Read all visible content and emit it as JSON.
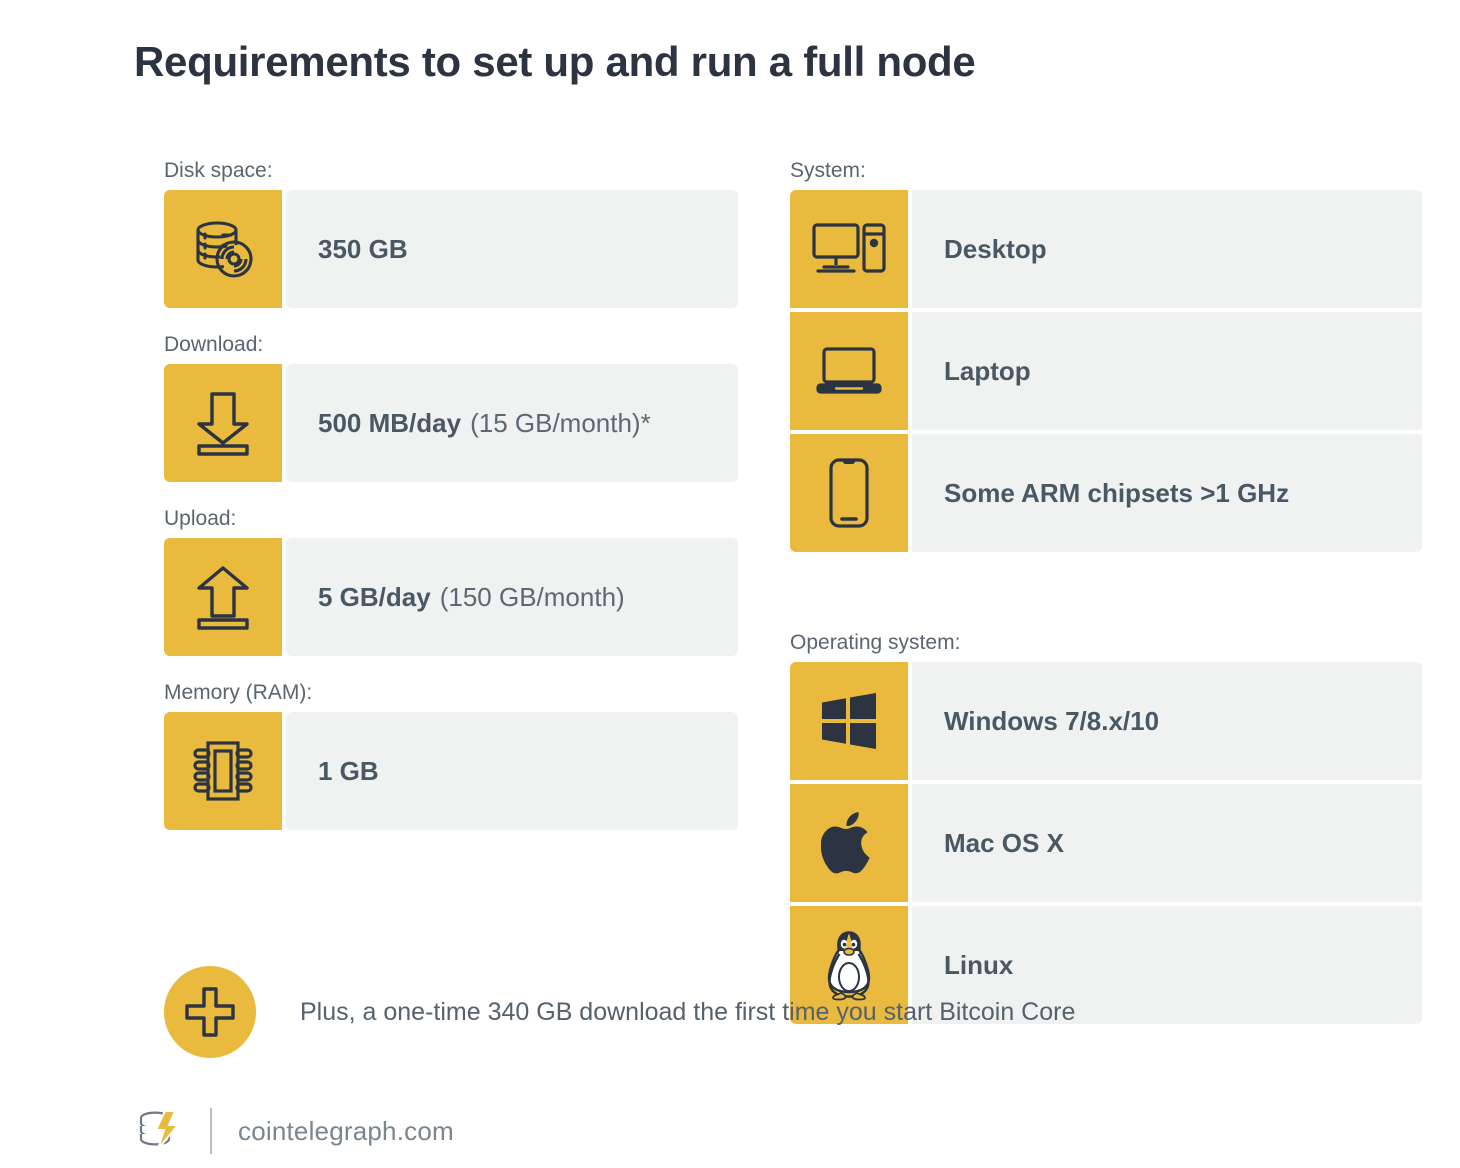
{
  "header": {
    "title": "Requirements to set up and run a full node"
  },
  "left_column": [
    {
      "label": "Disk space:",
      "icon": "database-disc-icon",
      "value_strong": "350 GB",
      "value_light": ""
    },
    {
      "label": "Download:",
      "icon": "download-arrow-icon",
      "value_strong": "500 MB/day",
      "value_light": "(15 GB/month)*"
    },
    {
      "label": "Upload:",
      "icon": "upload-arrow-icon",
      "value_strong": "5 GB/day",
      "value_light": "(150 GB/month)"
    },
    {
      "label": "Memory (RAM):",
      "icon": "memory-chip-icon",
      "value_strong": "1 GB",
      "value_light": ""
    }
  ],
  "right_column": [
    {
      "label": "System:",
      "items": [
        {
          "icon": "desktop-computer-icon",
          "text": "Desktop"
        },
        {
          "icon": "laptop-icon",
          "text": "Laptop"
        },
        {
          "icon": "smartphone-icon",
          "text": "Some ARM chipsets >1 GHz"
        }
      ]
    },
    {
      "label": "Operating system:",
      "items": [
        {
          "icon": "windows-logo-icon",
          "text": "Windows 7/8.x/10"
        },
        {
          "icon": "apple-logo-icon",
          "text": "Mac OS X"
        },
        {
          "icon": "linux-penguin-icon",
          "text": "Linux"
        }
      ]
    }
  ],
  "note": {
    "icon": "plus-icon",
    "text": "Plus, a one-time 340 GB download the first time you start Bitcoin Core"
  },
  "brand": {
    "logo_icon": "cointelegraph-logo-icon",
    "name": "cointelegraph.com"
  },
  "colors": {
    "accent": "#E9BA3E",
    "panel": "#F0F1F1",
    "text_dark": "#2b3440",
    "text_body": "#4a5864",
    "text_muted": "#5a6570"
  }
}
